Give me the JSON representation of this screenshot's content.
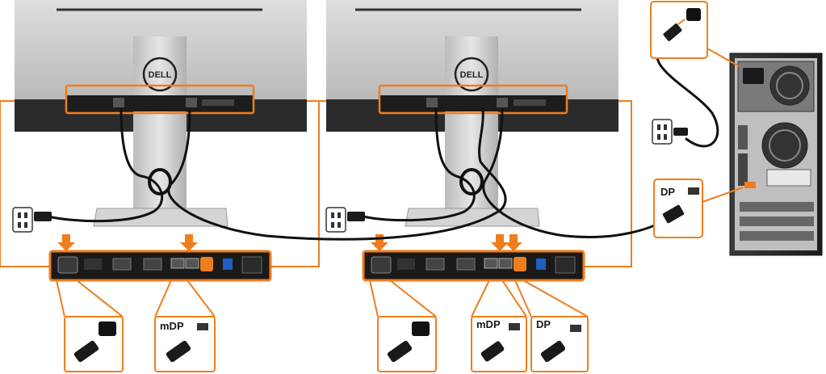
{
  "brand": {
    "logo_text": "DELL"
  },
  "labels": {
    "mdp_left": "mDP",
    "mdp_right": "mDP",
    "dp_right": "DP",
    "dp_pc": "DP"
  },
  "colors": {
    "accent": "#f07d1c",
    "panel": "#c9c9c9",
    "bezel": "#2b2b2b",
    "cable": "#111111"
  }
}
